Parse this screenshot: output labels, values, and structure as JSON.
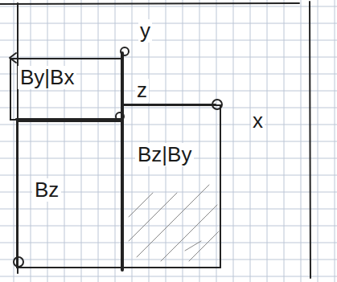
{
  "diagram": {
    "nodes": [
      {
        "text": [
          "By|Bx"
        ]
      },
      {
        "text": [
          "Bz"
        ]
      },
      {
        "text": [
          "Bz|By"
        ]
      }
    ],
    "labels": [
      "y",
      "z",
      "x"
    ]
  }
}
